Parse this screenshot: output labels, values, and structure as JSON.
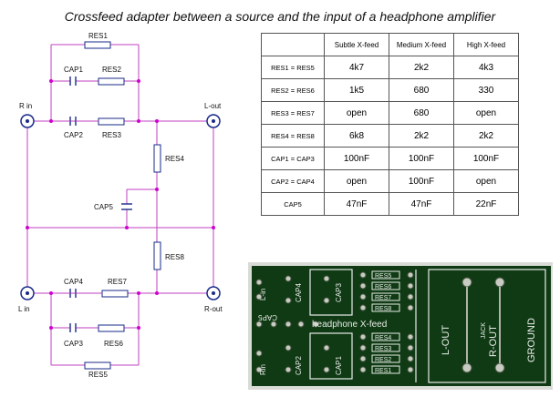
{
  "title": "Crossfeed adapter between a source and the input of a headphone amplifier",
  "schematic": {
    "labels": {
      "r_in": "R in",
      "l_out": "L-out",
      "l_in": "L in",
      "r_out": "R-out",
      "res1": "RES1",
      "res2": "RES2",
      "res3": "RES3",
      "res4": "RES4",
      "res5": "RES5",
      "res6": "RES6",
      "res7": "RES7",
      "res8": "RES8",
      "cap1": "CAP1",
      "cap2": "CAP2",
      "cap3": "CAP3",
      "cap4": "CAP4",
      "cap5": "CAP5"
    }
  },
  "table": {
    "headers": [
      "",
      "Subtle X-feed",
      "Medium X-feed",
      "High X-feed"
    ],
    "rows": [
      {
        "label": "RES1 = RES5",
        "values": [
          "4k7",
          "2k2",
          "4k3"
        ]
      },
      {
        "label": "RES2 = RES6",
        "values": [
          "1k5",
          "680",
          "330"
        ]
      },
      {
        "label": "RES3 = RES7",
        "values": [
          "open",
          "680",
          "open"
        ]
      },
      {
        "label": "RES4 = RES8",
        "values": [
          "6k8",
          "2k2",
          "2k2"
        ]
      },
      {
        "label": "CAP1 = CAP3",
        "values": [
          "100nF",
          "100nF",
          "100nF"
        ]
      },
      {
        "label": "CAP2 = CAP4",
        "values": [
          "open",
          "100nF",
          "open"
        ]
      },
      {
        "label": "CAP5",
        "values": [
          "47nF",
          "47nF",
          "22nF"
        ]
      }
    ]
  },
  "pcb": {
    "left_in": "L-in",
    "right_in": "Rin",
    "caps_top": [
      "CAP4",
      "CAP3"
    ],
    "caps_bottom": [
      "CAP2",
      "CAP1"
    ],
    "cap5": "CAP5",
    "res_top": [
      "RES5",
      "RES6",
      "RES7",
      "RES8"
    ],
    "res_bottom": [
      "RES4",
      "RES3",
      "RES2",
      "RES1"
    ],
    "brand": "headphone  X-feed",
    "l_out": "L-OUT",
    "jack": "JACK",
    "r_out": "R-OUT",
    "ground": "GROUND"
  },
  "colors": {
    "wire": "#c040c0",
    "node": "#d000d0",
    "pcb_green": "#0f3a14",
    "silk": "#e8ece8"
  }
}
